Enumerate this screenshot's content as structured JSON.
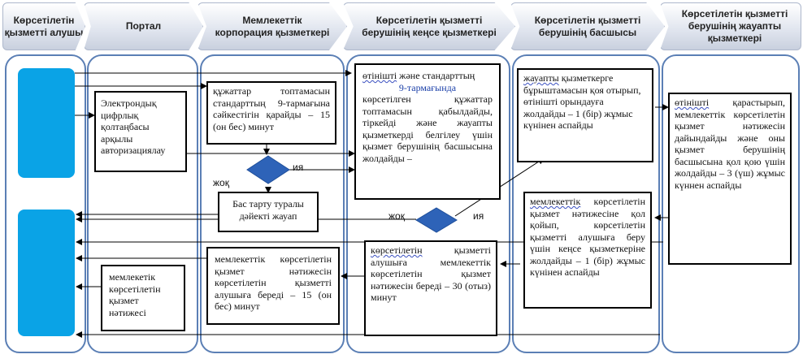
{
  "headers": {
    "h1": "Көрсетілетін қызметті алушы",
    "h2": "Портал",
    "h3": "Мемлекеттік корпорация қызметкері",
    "h4": "Көрсетілетін қызметті берушінің кеңсе қызметкері",
    "h5": "Көрсетілетін қызметті берушінің басшысы",
    "h6": "Көрсетілетін қызметті берушінің жауапты қызметкері"
  },
  "boxes": {
    "portal_auth": "Электрондық цифрлық қолтаңбасы арқылы авторизациялау",
    "corp_check": "құжаттар топтамасын стандарттың 9-тармағына сәйкестігін қарайды – 15 (он бес) минут",
    "refusal": "Бас тарту туралы дәйекті жауап",
    "corp_issue": "мемлекеттік көрсетілетін қызмет нәтижесін көрсетілетін қызметті алушыға береді – 15 (он бес) минут",
    "result": "мемлекетік көрсетілетін қызмет нәтижесі",
    "office_accept_word": "өтінішті",
    "office_accept_rest": "және стандарттың",
    "office_accept_num": "9-тармағында",
    "office_accept_tail": "көрсетілген құжаттар топтамасын қабылдайды, тіркейді және жауапты қызметкерді белгілеу үшін қызмет берушінің басшысына жолдайды –",
    "office_issue_word": "көрсетілетін",
    "office_issue_rest": "қызметті алушыға мемлекеттік көрсетілетін қызмет нәтижесін береді – 30 (отыз) минут",
    "head_assign_word": "жауапты",
    "head_assign_rest": "қызметкерге бұрыштамасын қоя отырып, өтінішті орындауға жолдайды – 1 (бір) жұмыс күнінен аспайды",
    "head_sign_word": "мемлекеттік",
    "head_sign_rest": "көрсетілетін қызмет нәтижесіне қол қойып, көрсетілетін қызметті алушыға беру үшін кеңсе қызметкеріне жолдайды – 1 (бір) жұмыс күнінен аспайды",
    "resp_word": "өтінішті",
    "resp_rest": "қарастырып, мемлекеттік көрсетілетін қызмет нәтижесін дайындайды және оны қызмет берушінің басшысына қол қою үшін жолдайды – 3 (үш) жұмыс күннен аспайды"
  },
  "labels": {
    "yes1": "ия",
    "no1": "жоқ",
    "no2": "жоқ",
    "yes2": "ия"
  }
}
